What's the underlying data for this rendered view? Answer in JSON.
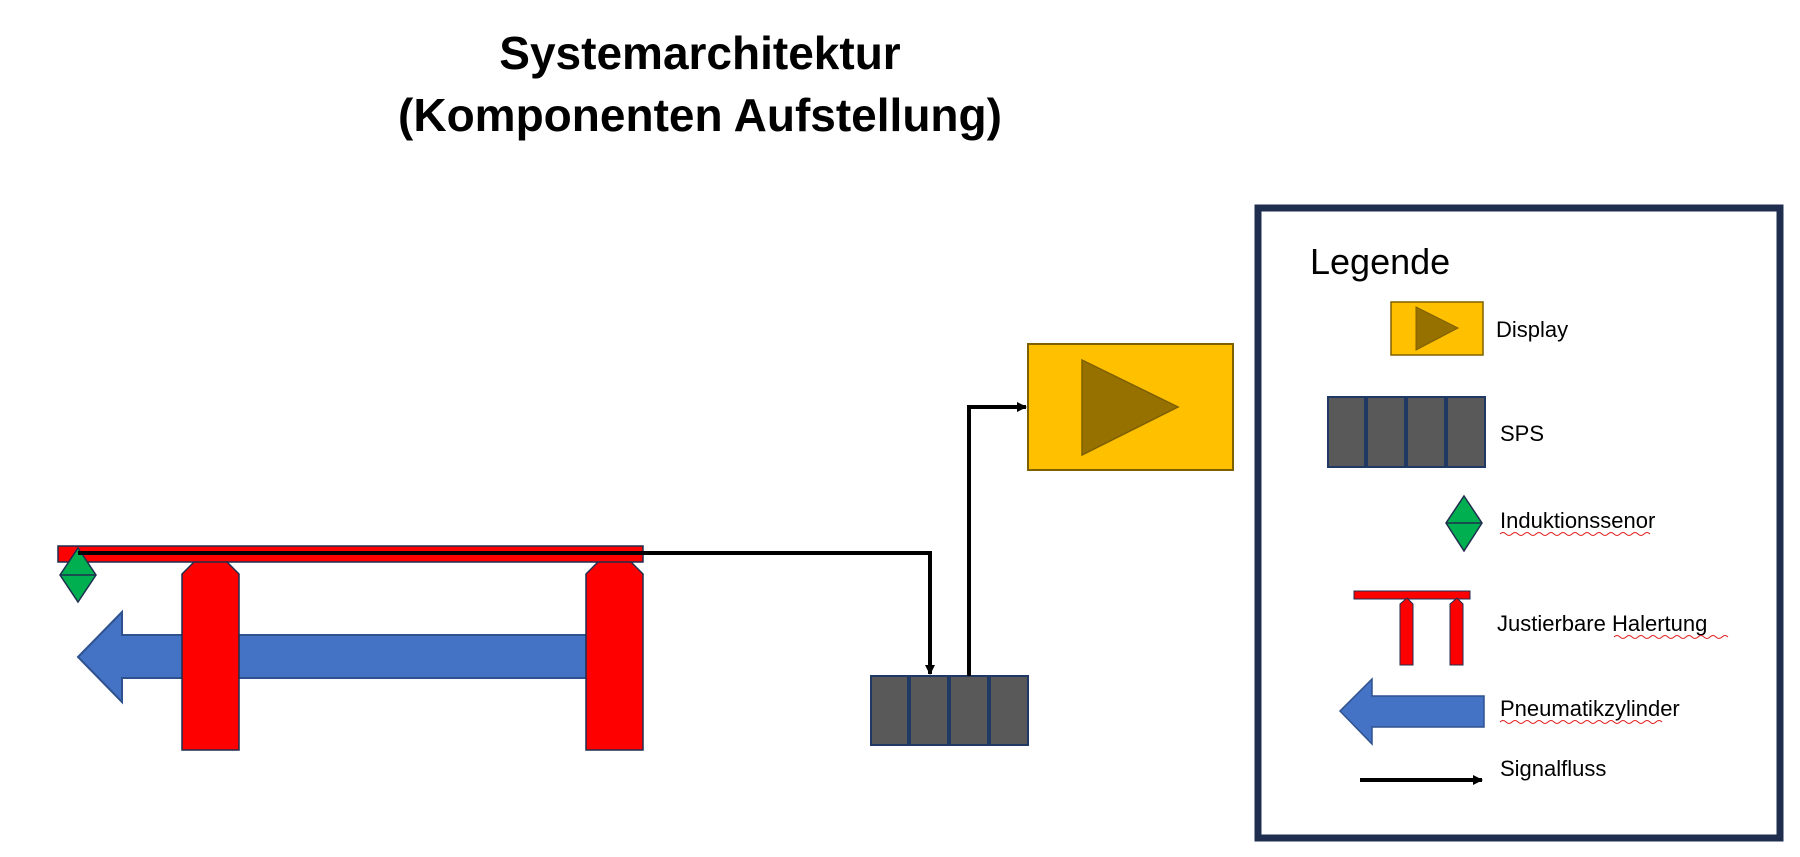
{
  "title": {
    "line1": "Systemarchitektur",
    "line2": "(Komponenten Aufstellung)"
  },
  "legend": {
    "heading": "Legende",
    "items": [
      {
        "label": "Display",
        "symbol": "display-icon"
      },
      {
        "label": "SPS",
        "symbol": "sps-icon"
      },
      {
        "label": "Induktionssenor",
        "symbol": "inductive-sensor-icon"
      },
      {
        "label": "Justierbare Halertung",
        "symbol": "adjustable-mount-icon"
      },
      {
        "label": "Pneumatikzylinder",
        "symbol": "pneumatic-cylinder-icon"
      },
      {
        "label": "Signalfluss",
        "symbol": "signal-flow-arrow-icon"
      }
    ]
  },
  "colors": {
    "display_fill": "#FFC000",
    "display_triangle": "#977100",
    "sps_fill": "#595959",
    "sps_stroke": "#203864",
    "sensor_fill": "#00B050",
    "mount_fill": "#FF0000",
    "cylinder_fill": "#4472C4",
    "legend_border": "#1F2E4F",
    "signal": "#000000"
  }
}
